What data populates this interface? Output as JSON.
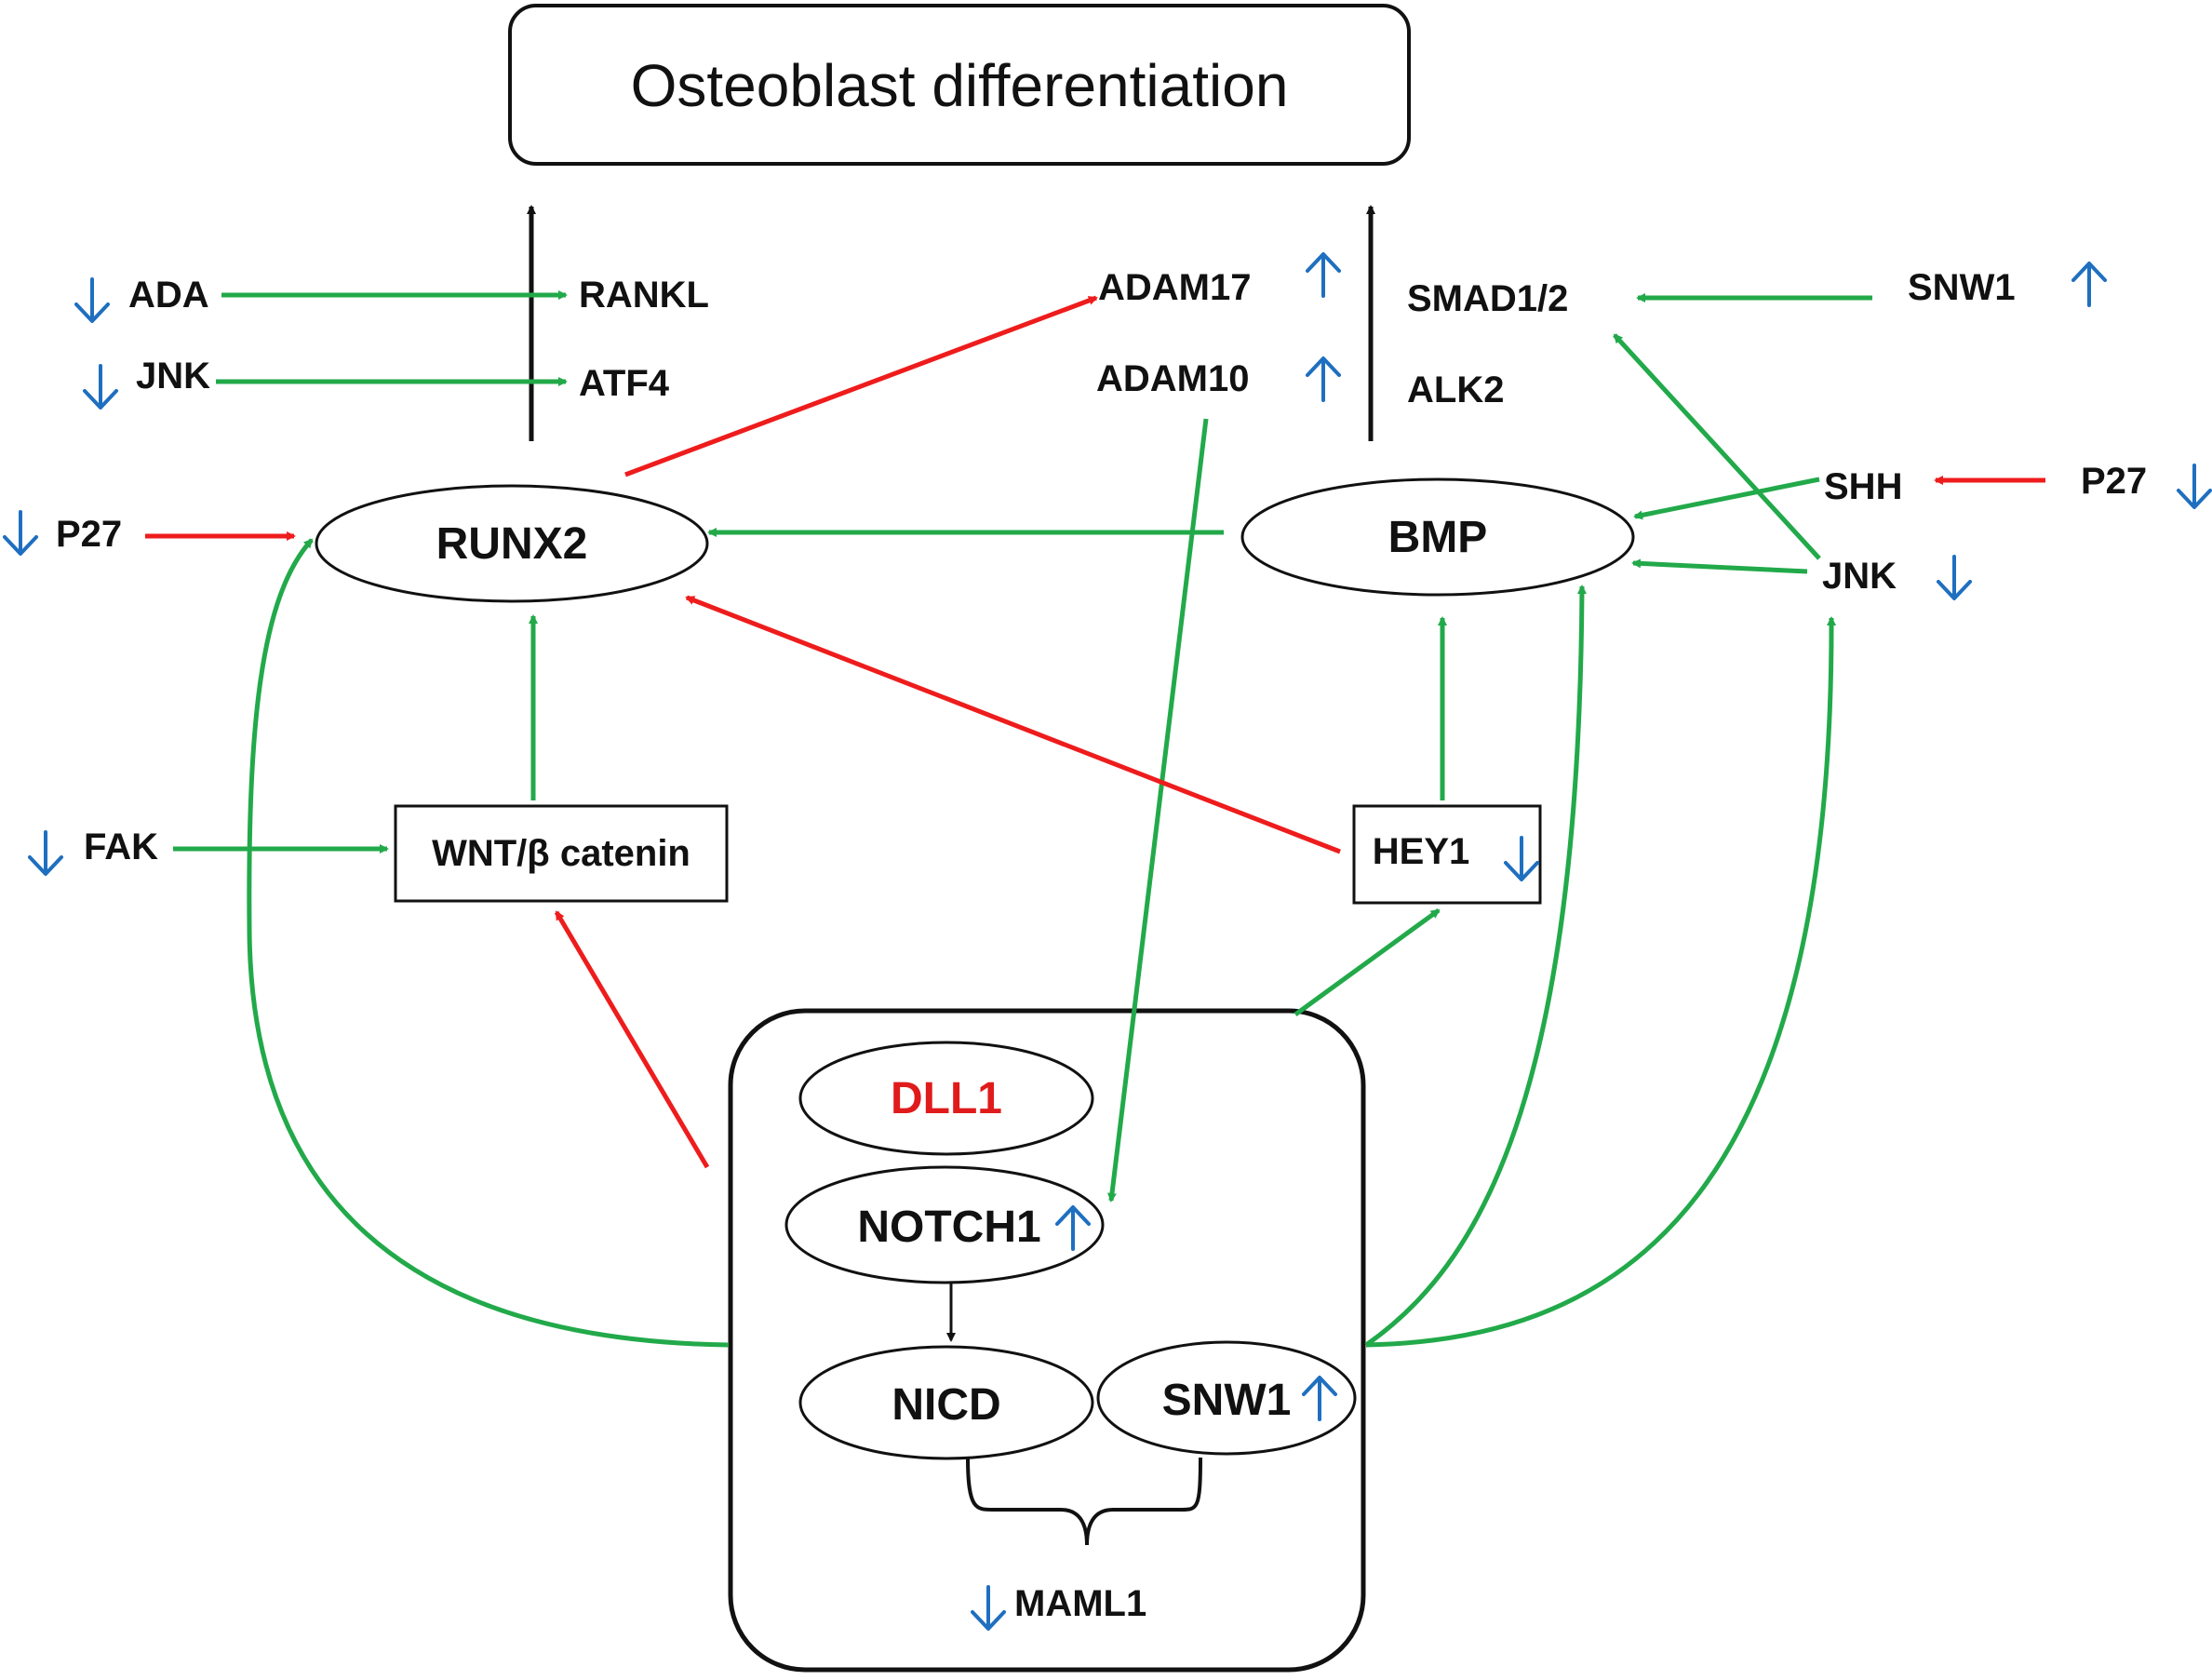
{
  "title": "Osteoblast differentiation",
  "nodes": {
    "runx2": "RUNX2",
    "bmp": "BMP",
    "wnt": "WNT/β catenin",
    "hey1": "HEY1",
    "dll1": "DLL1",
    "notch1": "NOTCH1",
    "nicd": "NICD",
    "snw1_inner": "SNW1",
    "maml1": "MAML1"
  },
  "labels": {
    "ada": "ADA",
    "jnk_left": "JNK",
    "rankl": "RANKL",
    "atf4": "ATF4",
    "adam17": "ADAM17",
    "adam10": "ADAM10",
    "smad": "SMAD1/2",
    "alk2": "ALK2",
    "snw1_right": "SNW1",
    "shh": "SHH",
    "p27_right": "P27",
    "jnk_right": "JNK",
    "p27_left": "P27",
    "fak": "FAK"
  },
  "colors": {
    "activation": "#22a94a",
    "inhibition": "#ee1c1c",
    "indicator": "#1f6fc0",
    "dll1": "#e01b1b",
    "black": "#111111"
  },
  "indicator_icons": {
    "up": "up-arrow-icon",
    "down": "down-arrow-icon"
  }
}
